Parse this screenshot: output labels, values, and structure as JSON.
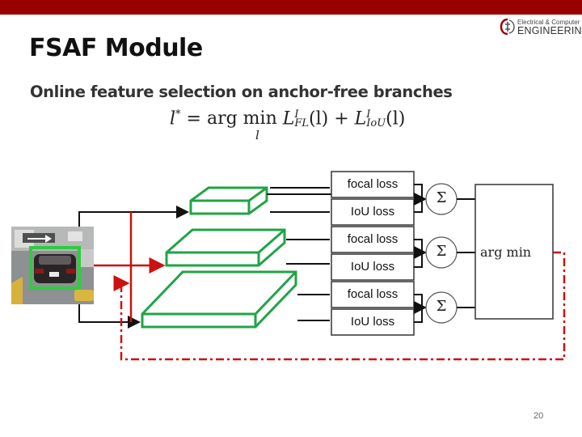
{
  "header": {
    "logo_line1": "Electrical & Computer",
    "logo_line2": "ENGINEERING",
    "logo_icon": "university-seal-icon",
    "bar_color": "#990000"
  },
  "slide": {
    "title": "FSAF Module",
    "subtitle": "Online feature selection on anchor-free branches",
    "formula": {
      "lhs": "l",
      "lhs_sup": "*",
      "equals": " = ",
      "op": "arg min",
      "op_under": "l",
      "term1": "L",
      "term1_sup": "I",
      "term1_sub": "FL",
      "term1_arg": "(l)",
      "plus": " + ",
      "term2": "L",
      "term2_sup": "I",
      "term2_sub": "IoU",
      "term2_arg": "(l)"
    },
    "page_number": "20"
  },
  "diagram": {
    "losses": [
      "focal loss",
      "IoU loss",
      "focal loss",
      "IoU loss",
      "focal loss",
      "IoU loss"
    ],
    "sum_symbol": "Σ",
    "selector_label": "arg min",
    "colors": {
      "feature_level": "#21a346",
      "gt_box": "#2ecc40",
      "gt_path": "#cc1111",
      "loss_box": "#333333"
    }
  }
}
